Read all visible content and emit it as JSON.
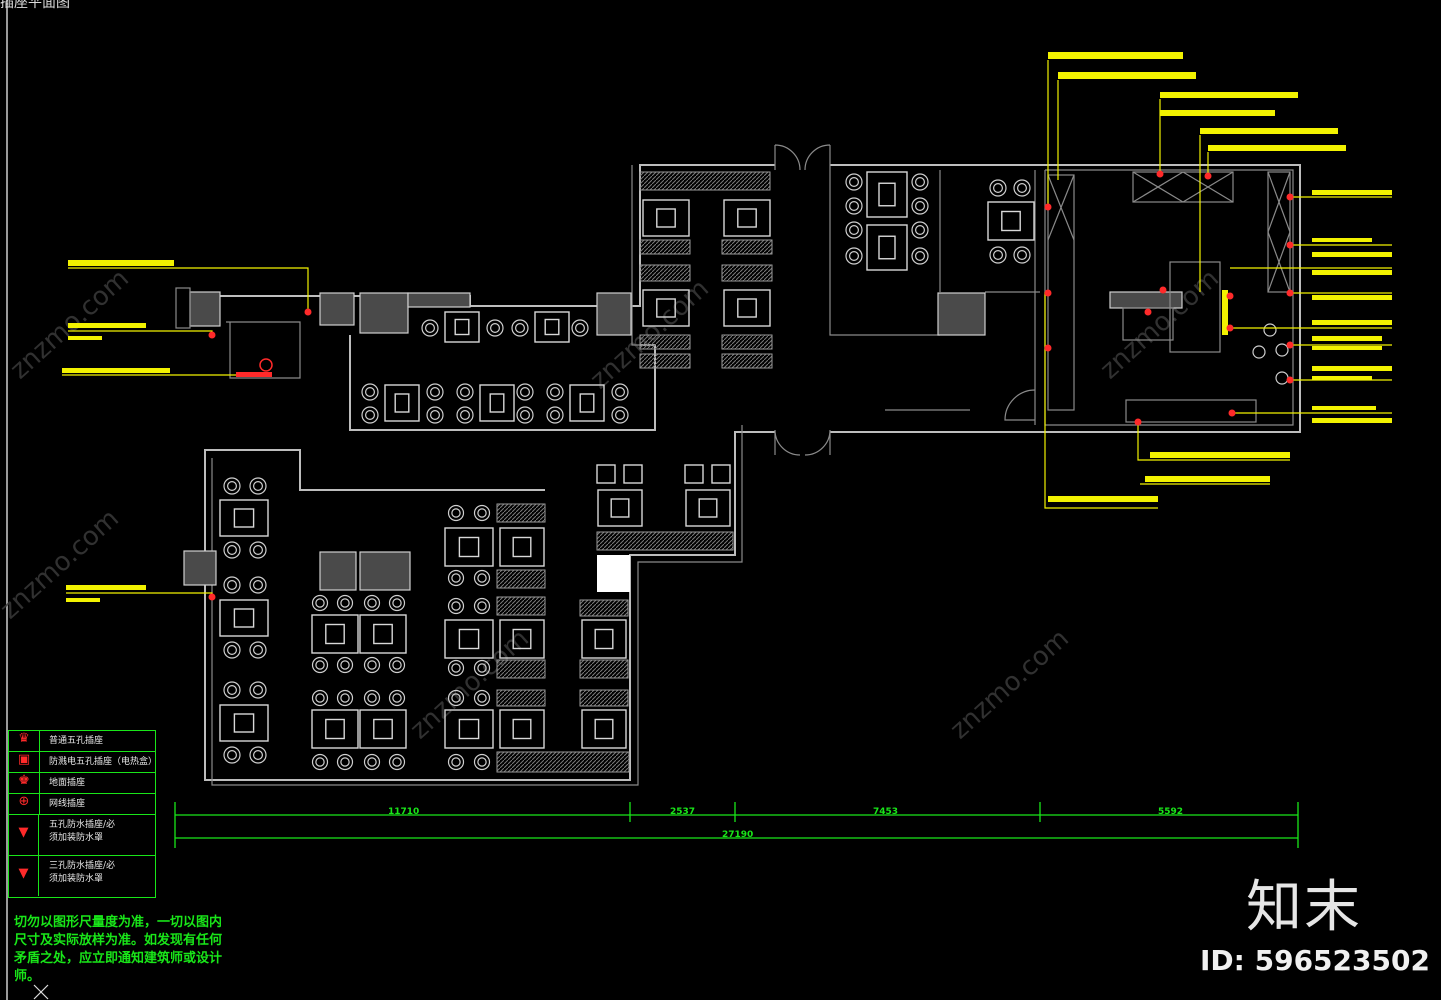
{
  "window": {
    "title": "插座平面图"
  },
  "dimensions": {
    "segments": [
      "11710",
      "2537",
      "7453",
      "5592"
    ],
    "total": "27190"
  },
  "legend": {
    "items": [
      {
        "icon": "standard-five-hole-socket-icon",
        "label": "普通五孔插座"
      },
      {
        "icon": "splash-proof-socket-icon",
        "label": "防溅电五孔插座（电热盒）"
      },
      {
        "icon": "floor-socket-icon",
        "label": "地面插座"
      },
      {
        "icon": "network-socket-icon",
        "label": "网线插座"
      },
      {
        "icon": "waterproof-five-hole-socket-icon",
        "label": "五孔防水插座/必\n须加装防水罩"
      },
      {
        "icon": "waterproof-three-hole-socket-icon",
        "label": "三孔防水插座/必\n须加装防水罩"
      }
    ]
  },
  "notes": {
    "text": "切勿以图形尺量度为准，一切以图内尺寸及实际放样为准。如发现有任何矛盾之处，应立即通知建筑师或设计师。"
  },
  "watermark": {
    "site": "znzmo.com",
    "brand": "知末",
    "image_id": "ID: 596523502"
  },
  "colors": {
    "background": "#000000",
    "walls": "#bdbdbd",
    "annotations": "#f2f200",
    "dimensions": "#19e619",
    "sockets": "#ff2a2a"
  }
}
